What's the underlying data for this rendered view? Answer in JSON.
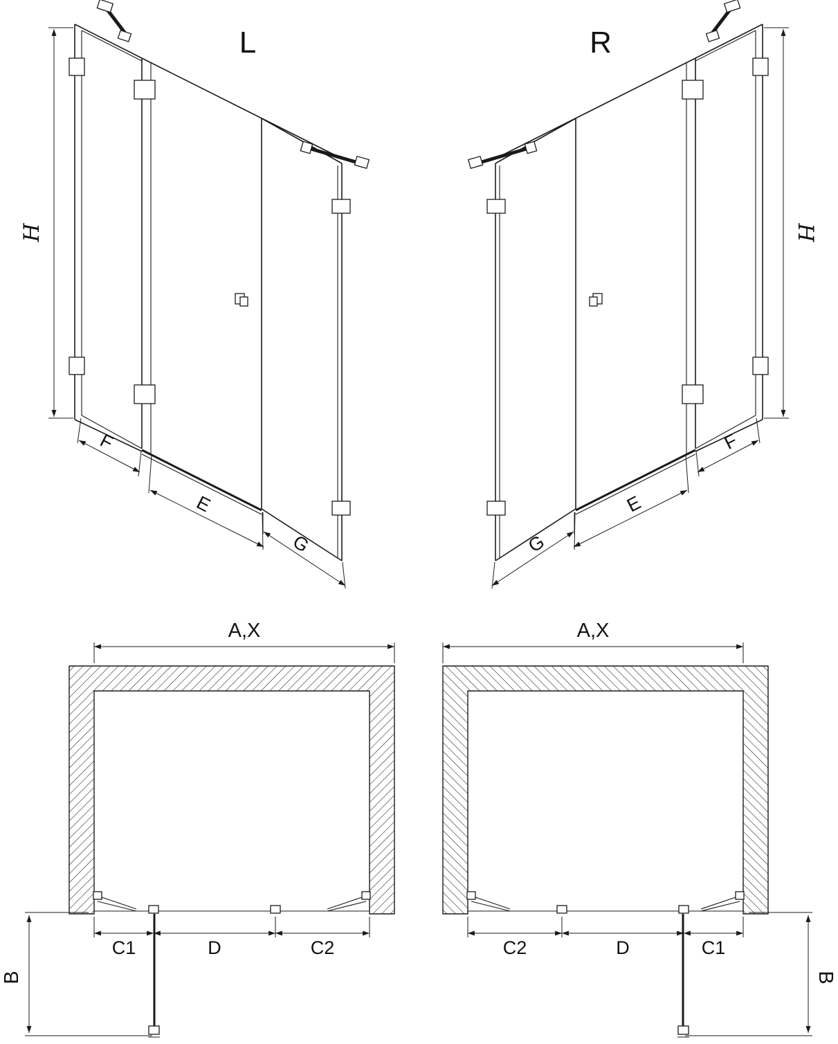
{
  "drawing": {
    "kind": "shower-enclosure-technical-dimension-diagram",
    "colors": {
      "line": "#1a1a1a",
      "background": "#ffffff"
    }
  },
  "views": {
    "perspective_left": {
      "title": "L",
      "dims": {
        "height": "H",
        "side": "F",
        "door": "E",
        "front": "G"
      }
    },
    "perspective_right": {
      "title": "R",
      "dims": {
        "height": "H",
        "side": "F",
        "door": "E",
        "front": "G"
      }
    },
    "plan_left": {
      "dims": {
        "width": "A,X",
        "depth": "B",
        "c1": "C1",
        "door": "D",
        "c2": "C2"
      }
    },
    "plan_right": {
      "dims": {
        "width": "A,X",
        "depth": "B",
        "c1": "C1",
        "door": "D",
        "c2": "C2"
      }
    }
  }
}
